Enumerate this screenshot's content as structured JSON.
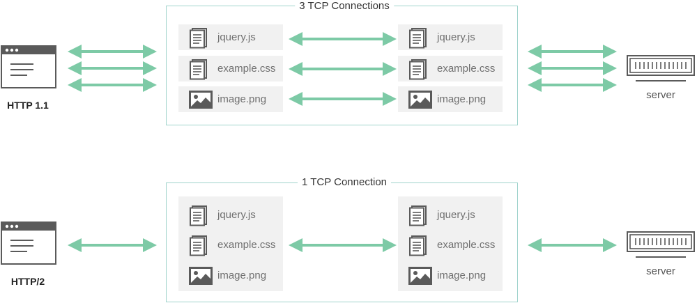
{
  "colors": {
    "arrow": "#7dcaa6",
    "box_border": "#9fd3cc",
    "panel_bg": "#f1f1f1",
    "icon_dark": "#5a5a5a"
  },
  "sections": [
    {
      "client_label": "HTTP 1.1",
      "connection_title": "3 TCP Connections",
      "server_label": "server",
      "client_files": [
        {
          "name": "jquery.js",
          "icon": "document-icon"
        },
        {
          "name": "example.css",
          "icon": "document-icon"
        },
        {
          "name": "image.png",
          "icon": "image-icon"
        }
      ],
      "server_files": [
        {
          "name": "jquery.js",
          "icon": "document-icon"
        },
        {
          "name": "example.css",
          "icon": "document-icon"
        },
        {
          "name": "image.png",
          "icon": "image-icon"
        }
      ]
    },
    {
      "client_label": "HTTP/2",
      "connection_title": "1 TCP Connection",
      "server_label": "server",
      "client_files": [
        {
          "name": "jquery.js",
          "icon": "document-icon"
        },
        {
          "name": "example.css",
          "icon": "document-icon"
        },
        {
          "name": "image.png",
          "icon": "image-icon"
        }
      ],
      "server_files": [
        {
          "name": "jquery.js",
          "icon": "document-icon"
        },
        {
          "name": "example.css",
          "icon": "document-icon"
        },
        {
          "name": "image.png",
          "icon": "image-icon"
        }
      ]
    }
  ]
}
